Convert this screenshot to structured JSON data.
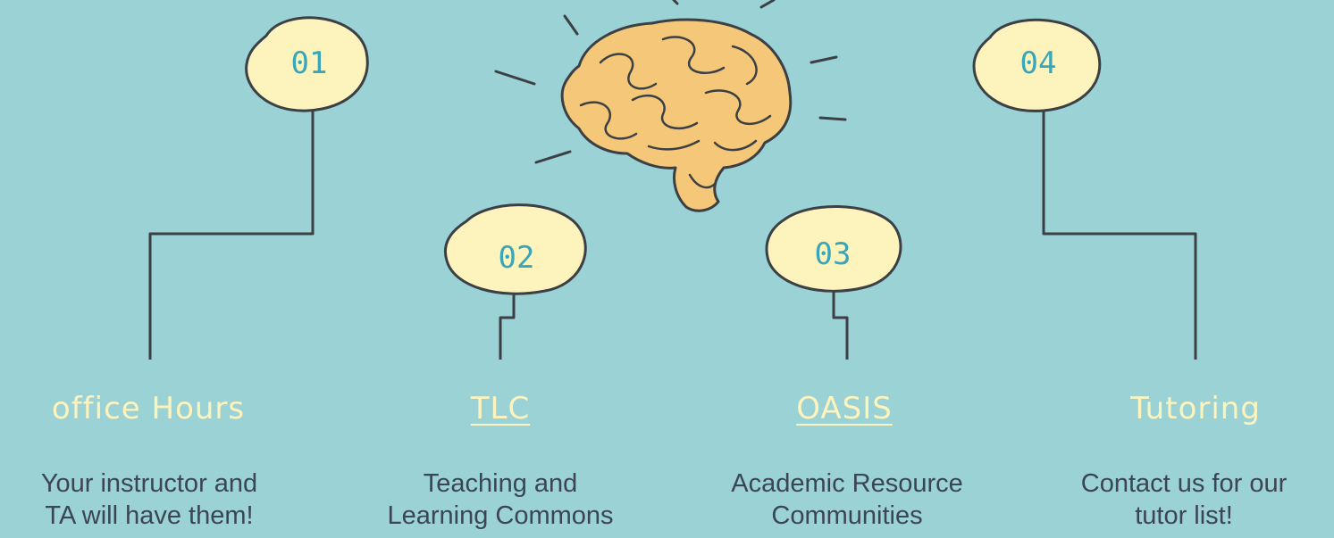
{
  "colors": {
    "background": "#9ad2d5",
    "bubble_fill": "#fdf3bd",
    "bubble_stroke": "#3c3f44",
    "number_text": "#3aa5b8",
    "title_text": "#fdf3bd",
    "body_text": "#3b4652",
    "brain_fill": "#f5c879"
  },
  "items": [
    {
      "number": "01",
      "title": "office Hours",
      "linked": false,
      "desc_line1": "Your instructor and",
      "desc_line2": "TA will have them!"
    },
    {
      "number": "02",
      "title": "TLC",
      "linked": true,
      "desc_line1": "Teaching and",
      "desc_line2": "Learning Commons"
    },
    {
      "number": "03",
      "title": "OASIS",
      "linked": true,
      "desc_line1": "Academic Resource",
      "desc_line2": "Communities"
    },
    {
      "number": "04",
      "title": "Tutoring",
      "linked": false,
      "desc_line1": "Contact us for our",
      "desc_line2": "tutor list!"
    }
  ],
  "icons": {
    "center": "brain-icon"
  }
}
